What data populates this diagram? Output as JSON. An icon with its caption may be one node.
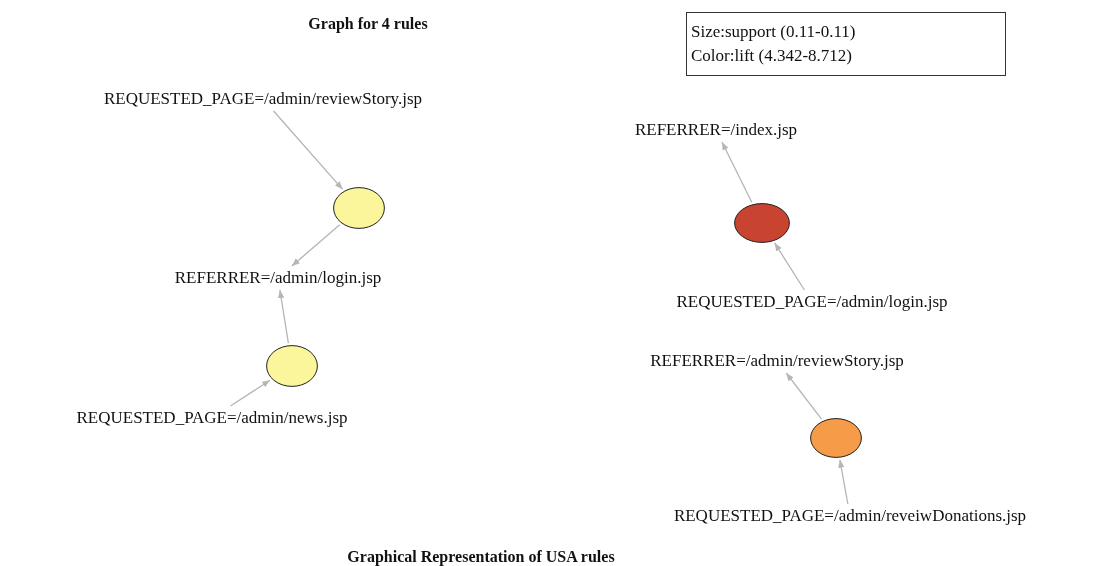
{
  "diagram": {
    "title": "Graph for 4 rules",
    "caption": "Graphical Representation of USA rules",
    "nodes": [
      {
        "text": [
          "REQUESTED_PAGE=/admin/reviewStory.jsp"
        ]
      },
      {
        "text": [],
        "shape": "circle"
      },
      {
        "text": [
          "REFERRER=/admin/login.jsp"
        ]
      },
      {
        "text": [],
        "shape": "circle"
      },
      {
        "text": [
          "REQUESTED_PAGE=/admin/news.jsp"
        ]
      },
      {
        "text": [
          "REFERRER=/index.jsp"
        ]
      },
      {
        "text": [],
        "shape": "circle"
      },
      {
        "text": [
          "REQUESTED_PAGE=/admin/login.jsp"
        ]
      },
      {
        "text": [
          "REFERRER=/admin/reviewStory.jsp"
        ]
      },
      {
        "text": [],
        "shape": "circle"
      },
      {
        "text": [
          "REQUESTED_PAGE=/admin/reveiwDonations.jsp"
        ]
      }
    ],
    "edges": [
      {
        "from": 0,
        "to": 1,
        "arrow": "to"
      },
      {
        "from": 1,
        "to": 2,
        "arrow": "to"
      },
      {
        "from": 4,
        "to": 3,
        "arrow": "to"
      },
      {
        "from": 3,
        "to": 2,
        "arrow": "to"
      },
      {
        "from": 6,
        "to": 5,
        "arrow": "to"
      },
      {
        "from": 7,
        "to": 6,
        "arrow": "to"
      },
      {
        "from": 9,
        "to": 8,
        "arrow": "to"
      },
      {
        "from": 10,
        "to": 9,
        "arrow": "to"
      }
    ],
    "labels": [
      "Size:support (0.11-0.11)",
      "Color:lift (4.342-8.712)"
    ]
  }
}
